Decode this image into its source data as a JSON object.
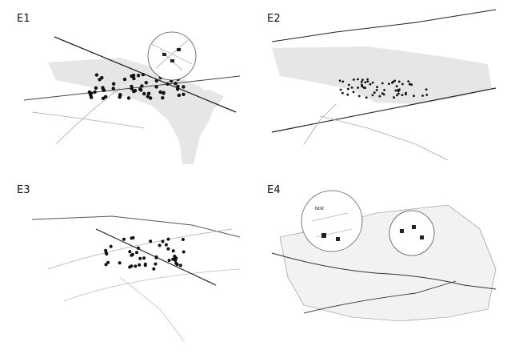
{
  "panels": [
    {
      "id": "e1",
      "label": "E1"
    },
    {
      "id": "e2",
      "label": "E2"
    },
    {
      "id": "e3",
      "label": "E3"
    },
    {
      "id": "e4",
      "label": "E4"
    }
  ],
  "map_labels": {
    "e4_inset_tag": "NDK"
  },
  "colors": {
    "water": "#e4e4e4",
    "road": "#9a9a9a",
    "line": "#1a1a1a",
    "building": "#111111",
    "background": "#ffffff"
  }
}
